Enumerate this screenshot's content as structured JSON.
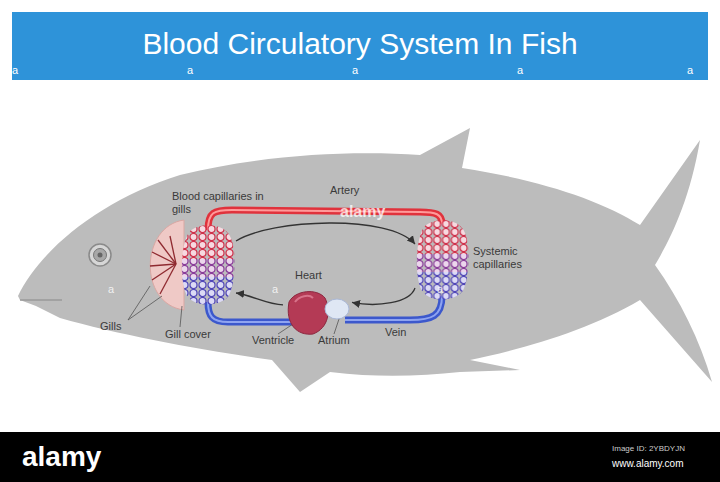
{
  "diagram": {
    "title": "Blood Circulatory System In Fish",
    "nodes": [
      {
        "text": [
          "Blood capillaries in gills"
        ]
      },
      {
        "text": [
          "Systemic capillaries"
        ]
      },
      {
        "text": [
          "Heart"
        ]
      }
    ],
    "edges": [
      {
        "from": 0,
        "to": 1,
        "arrow": "to"
      },
      {
        "from": 1,
        "to": 2,
        "arrow": "to"
      },
      {
        "from": 2,
        "to": 0,
        "arrow": "to"
      }
    ],
    "labels": [
      "Artery",
      "Vein",
      "Gills",
      "Gill cover",
      "Ventricle",
      "Atrium",
      "a",
      "a",
      "a",
      "a",
      "a",
      "alamy",
      "a",
      "a",
      "a",
      "alamy",
      "Image ID: 2YBDYJN",
      "www.alamy.com"
    ]
  }
}
